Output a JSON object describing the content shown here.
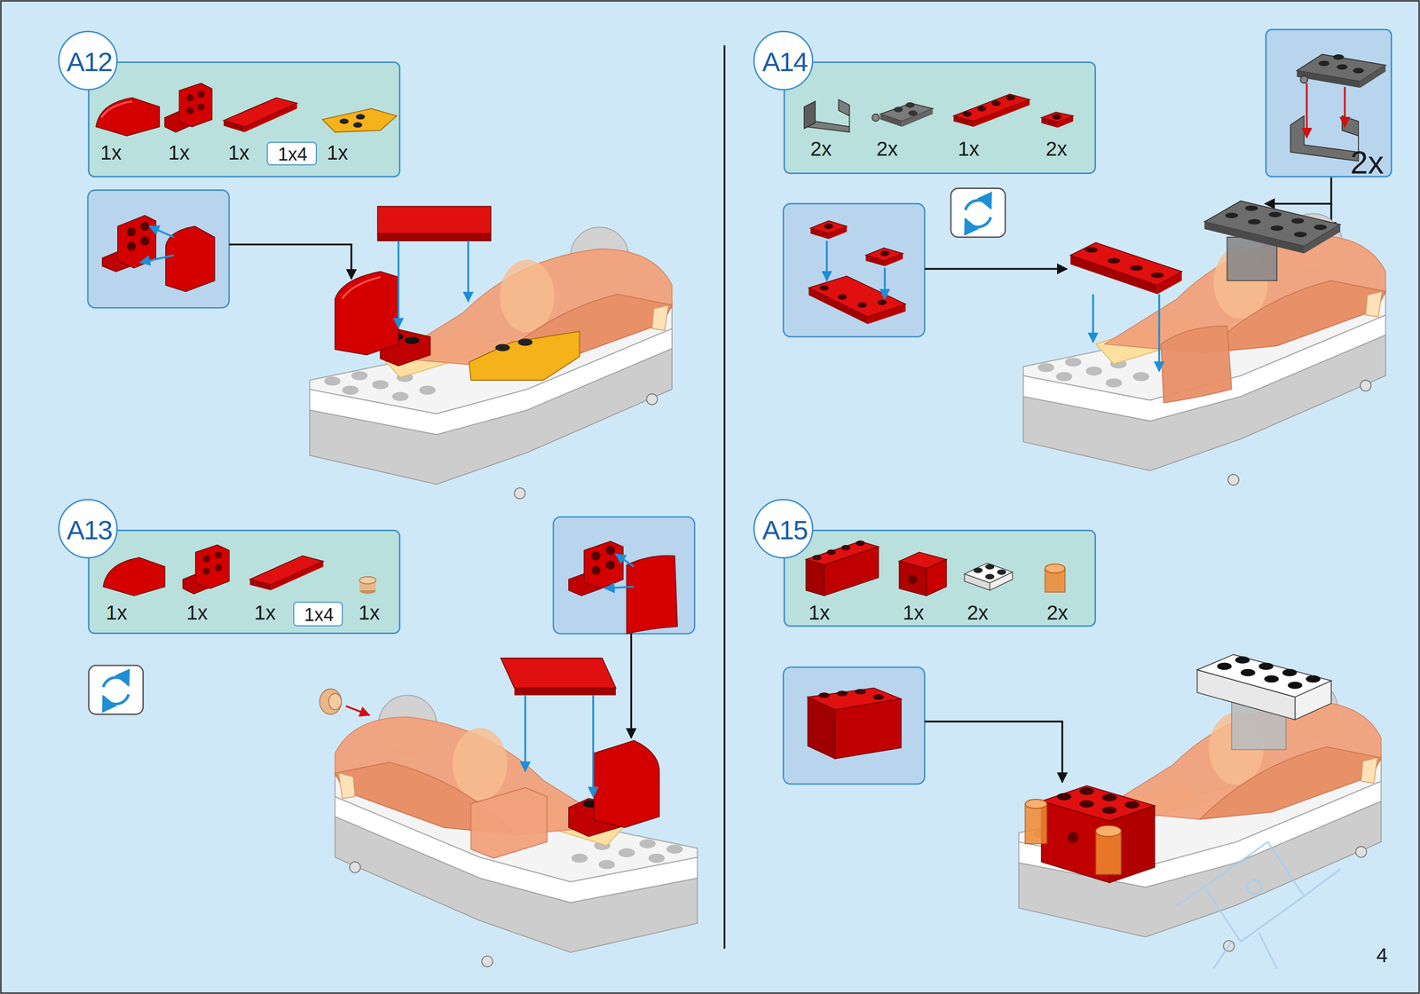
{
  "diagram": {
    "nodes": [
      {
        "text": [
          "A12"
        ]
      },
      {
        "text": [
          "1x",
          "1x",
          "1x",
          "1x"
        ]
      },
      {
        "text": [
          "1x4"
        ],
        "in": 1
      },
      {
        "text": [
          "A13"
        ]
      },
      {
        "text": [
          "1x",
          "1x",
          "1x",
          "1x"
        ]
      },
      {
        "text": [
          "1x4"
        ],
        "in": 4
      },
      {
        "text": [
          "A14"
        ]
      },
      {
        "text": [
          "2x",
          "2x",
          "1x",
          "2x"
        ]
      },
      {
        "text": [
          "2x"
        ]
      },
      {
        "text": [
          "A15"
        ]
      },
      {
        "text": [
          "1x",
          "1x",
          "2x",
          "2x"
        ]
      }
    ],
    "labels": [
      "4"
    ]
  }
}
